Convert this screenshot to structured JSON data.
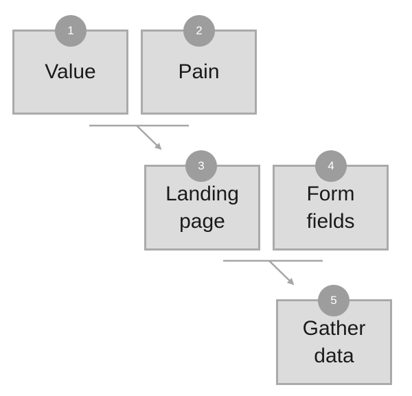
{
  "steps": [
    {
      "number": "1",
      "label": "Value"
    },
    {
      "number": "2",
      "label": "Pain"
    },
    {
      "number": "3",
      "label": "Landing\npage"
    },
    {
      "number": "4",
      "label": "Form\nfields"
    },
    {
      "number": "5",
      "label": "Gather\ndata"
    }
  ],
  "colors": {
    "box_fill": "#dcdcdc",
    "box_border": "#aaaaaa",
    "badge_fill": "#9d9d9d",
    "badge_text": "#ffffff",
    "connector": "#a6a6a6",
    "text": "#1a1a1a"
  }
}
